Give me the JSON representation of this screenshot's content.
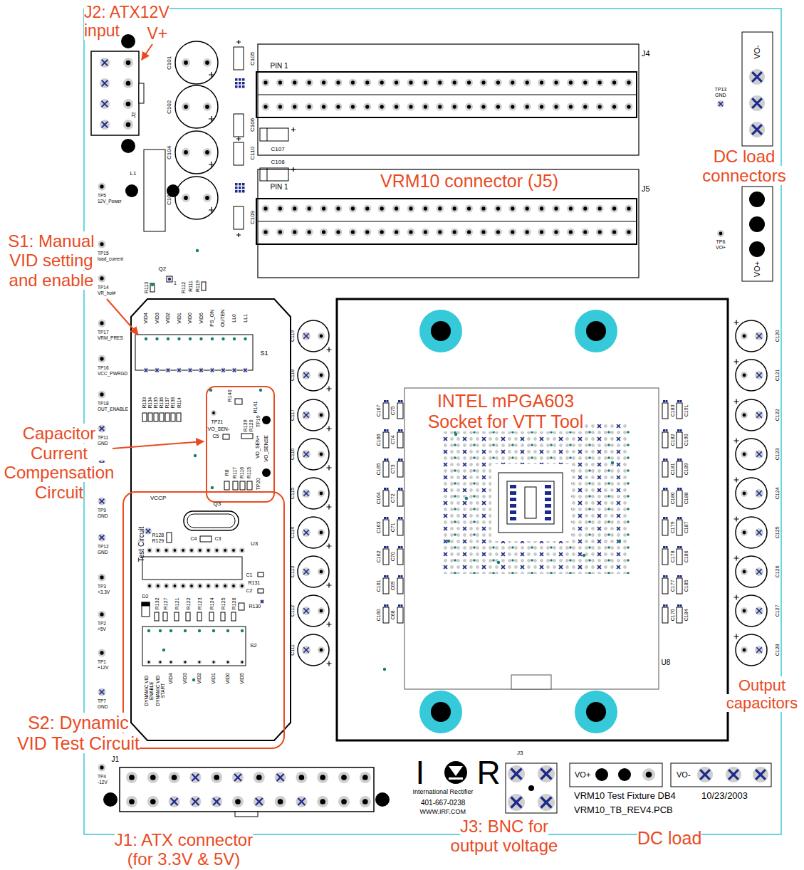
{
  "diagram": {
    "nodes": [
      {
        "text": [
          "Test Circuit"
        ]
      }
    ],
    "labels": [
      "J2: ATX12V input",
      "V+",
      "VRM10 connector (J5)",
      "DC load connectors",
      "S1: Manual VID setting and enable",
      "INTEL mPGA603 Socket for VTT Tool",
      "Capacitor Current Compensation Circuit",
      "S2: Dynamic VID Test Circuit",
      "J1: ATX connector (for 3.3V & 5V)",
      "J3: BNC for output voltage",
      "DC load",
      "Output capacitors",
      "C101",
      "C102",
      "C104",
      "C103",
      "J2",
      "L1",
      "C105",
      "PIN 1",
      "J4",
      "C106",
      "C107",
      "C110",
      "C108",
      "C109",
      "PIN 1",
      "J5",
      "TP13",
      "GND",
      "VO-",
      "TP6",
      "VO+",
      "VO+",
      "TP5",
      "12V_Power",
      "TP15",
      "load_current",
      "TP14",
      "VR_hot#",
      "TP17",
      "VRM_PRES",
      "TP16",
      "VCC_PWRGD",
      "TP18",
      "OUT_ENABLE",
      "TP11",
      "GND",
      "TP9",
      "GND",
      "TP12",
      "GND",
      "TP3",
      "+3.3V",
      "TP2",
      "+5V",
      "TP1",
      "+12V",
      "TP7",
      "GND",
      "TP4",
      "-12V",
      "R113",
      "Q2",
      "1",
      "R112",
      "R111",
      "R119",
      "VID4",
      "VID3",
      "VID2",
      "VID1",
      "VID0",
      "VID5",
      "PS_ON",
      "OUTEN",
      "LL0",
      "LL1",
      "S1",
      "R133",
      "R134",
      "R135",
      "R136",
      "R137",
      "R138",
      "R114",
      "R140",
      "R141",
      "TP21",
      "VO_SEN-",
      "C5",
      "R139",
      "R120",
      "TP19",
      "VO_SEN+",
      "R8",
      "R117",
      "R116",
      "R115",
      "VO_SENSE",
      "TP20",
      "VCCP",
      "Q3",
      "R128",
      "R129",
      "C4",
      "C3",
      "U3",
      "D2",
      "R132",
      "R127",
      "R121",
      "R122",
      "R123",
      "R124",
      "R125",
      "R126",
      "C1",
      "R131",
      "C2",
      "R130",
      "S2",
      "DYNAMIC VID ENABLE",
      "DYNAMIC VID START",
      "VID4",
      "VID3",
      "VID2",
      "VID1",
      "VID0",
      "VID5",
      "C119",
      "C118",
      "C117",
      "C116",
      "C115",
      "C114",
      "C113",
      "C112",
      "C111",
      "C120",
      "C121",
      "C122",
      "C123",
      "C124",
      "C125",
      "C126",
      "C127",
      "C128",
      "C167",
      "C166",
      "C165",
      "C164",
      "C163",
      "C162",
      "C161",
      "C160",
      "C75",
      "C74",
      "C73",
      "C72",
      "C71",
      "C70",
      "C69",
      "C68",
      "C183",
      "C182",
      "C181",
      "C180",
      "C179",
      "C178",
      "C177",
      "C176",
      "C191",
      "C190",
      "C189",
      "C188",
      "C187",
      "C186",
      "C185",
      "C184",
      "U8",
      "J3",
      "I",
      "R",
      "International Rectifier",
      "401-667-0238",
      "WWW.IRF.COM",
      "VO+",
      "VO-",
      "VRM10 Test Fixture DB4",
      "10/23/2003",
      "VRM10_TB_REV4.PCB",
      "J1"
    ]
  }
}
